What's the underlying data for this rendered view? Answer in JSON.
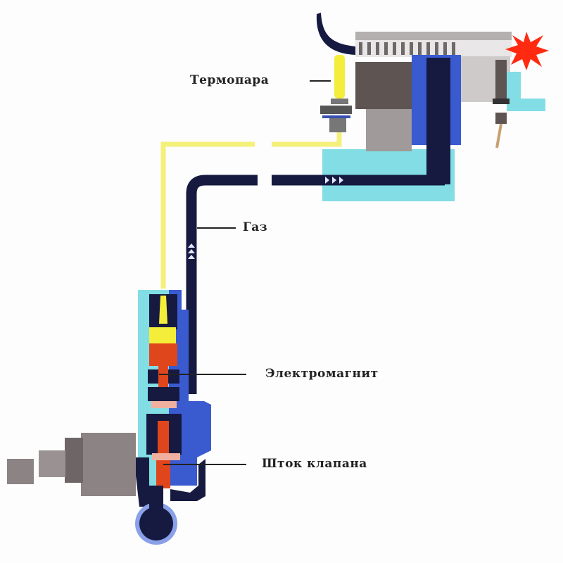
{
  "labels": {
    "thermocouple": "Термопара",
    "gas": "Газ",
    "electromagnet": "Электромагнит",
    "valve_stem": "Шток клапана"
  },
  "colors": {
    "gas_pipe": "#161a40",
    "thermo_wire": "#f2f07a",
    "cyan": "#7fdbe3",
    "blue": "#3050c8",
    "orange": "#e0461c",
    "flame": "#ff2a10",
    "gray": "#8c8384"
  }
}
